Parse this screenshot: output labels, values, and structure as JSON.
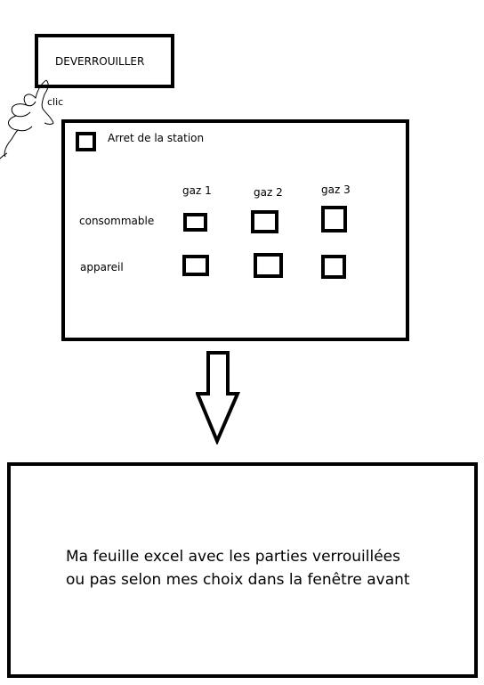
{
  "unlock_button": {
    "label": "DEVERROUILLER"
  },
  "cursor": {
    "label": "clic"
  },
  "dialog": {
    "stop_label": "Arret de la station",
    "columns": [
      "gaz 1",
      "gaz 2",
      "gaz 3"
    ],
    "rows": [
      "consommable",
      "appareil"
    ]
  },
  "sheet": {
    "line1": "Ma feuille excel avec les parties verrouillées",
    "line2": "ou pas selon mes choix dans la fenêtre avant"
  }
}
